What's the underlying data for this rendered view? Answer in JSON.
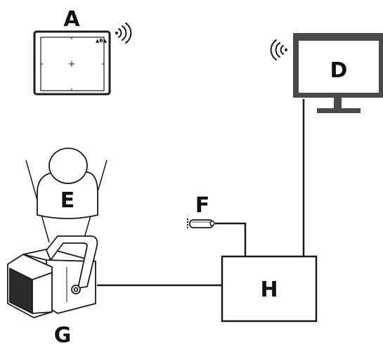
{
  "labels": {
    "a": "A",
    "d": "D",
    "e": "E",
    "f": "F",
    "g": "G",
    "h": "H"
  },
  "detector_panel": {
    "corner_marking": "▲B▲"
  },
  "colors": {
    "stroke": "#1a1a1a",
    "monitor_frame": "#4a4a4a",
    "background": "#ffffff"
  },
  "icons": [
    "wireless-signal-icon",
    "plus-crosshair-icon"
  ]
}
